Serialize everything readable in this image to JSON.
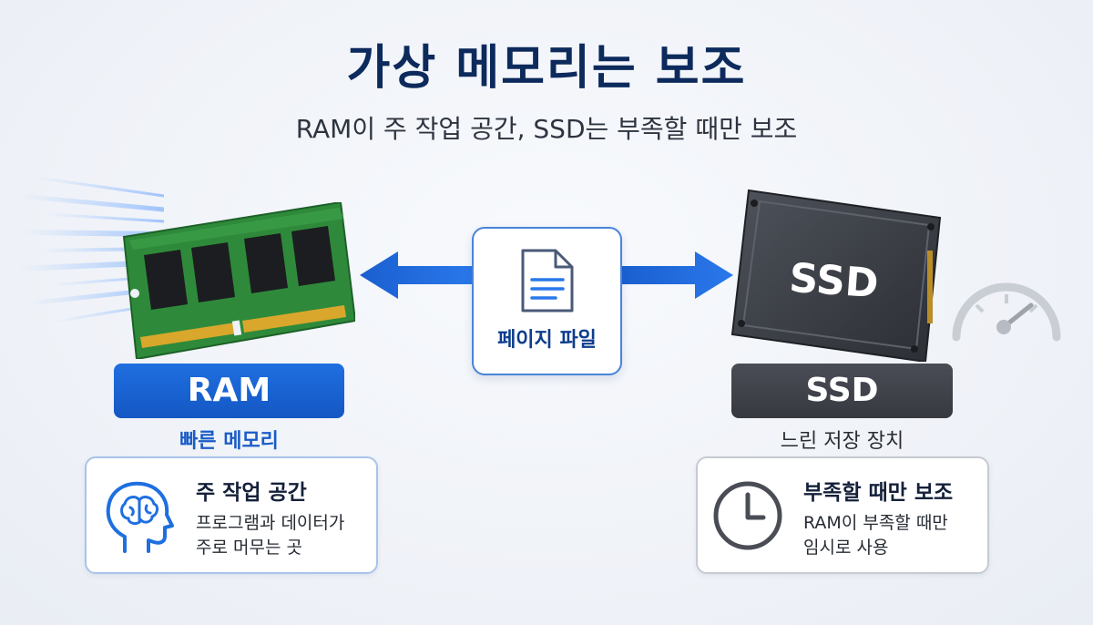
{
  "title": "가상 메모리는 보조",
  "subtitle": "RAM이 주 작업 공간, SSD는 부족할 때만 보조",
  "center": {
    "label": "페이지 파일",
    "icon": "document-icon"
  },
  "ram": {
    "name": "RAM",
    "caption": "빠른 메모리",
    "card": {
      "title": "주 작업 공간",
      "lines": [
        "프로그램과 데이터가",
        "주로 머무는 곳"
      ],
      "icon": "brain-head-icon"
    }
  },
  "ssd": {
    "name": "SSD",
    "device_label": "SSD",
    "caption": "느린 저장 장치",
    "card": {
      "title": "부족할 때만 보조",
      "lines": [
        "RAM이 부족할 때만",
        "임시로 사용"
      ],
      "icon": "clock-icon"
    }
  },
  "colors": {
    "accent_blue": "#1f6fe0",
    "title_navy": "#0d2a5c",
    "ssd_gray": "#3f4249",
    "ram_pcb_green": "#2e8a3a"
  }
}
